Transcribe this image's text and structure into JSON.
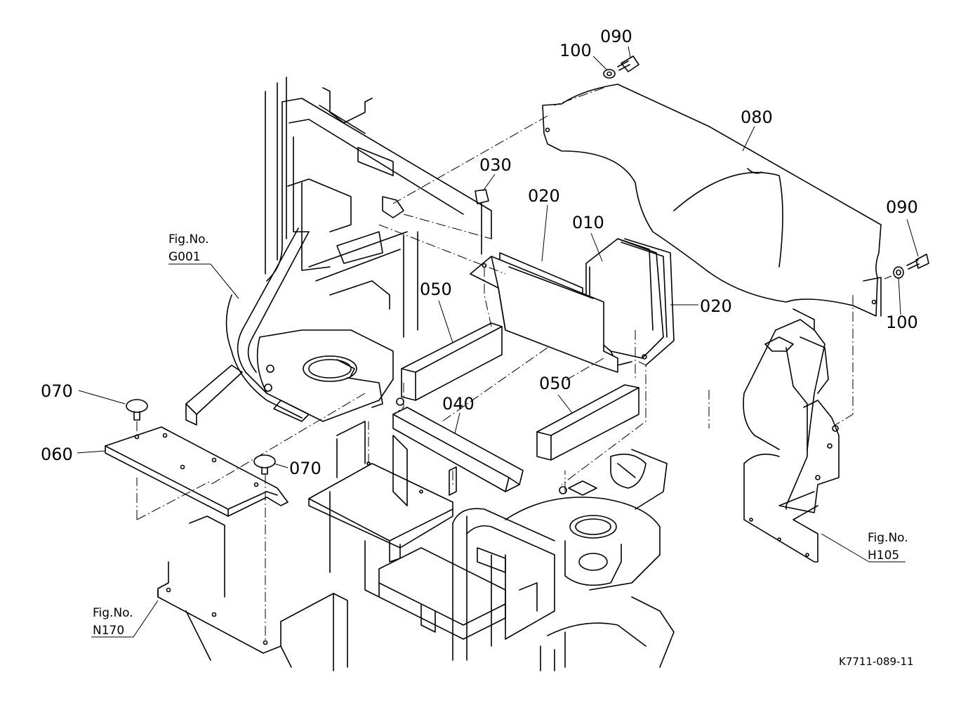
{
  "part_labels": {
    "p100_top": "100",
    "p090_top": "090",
    "p080": "080",
    "p030": "030",
    "p020_left": "020",
    "p010": "010",
    "p090_right": "090",
    "p020_right": "020",
    "p100_right": "100",
    "p050_left": "050",
    "p050_right": "050",
    "p040": "040",
    "p070_left": "070",
    "p060": "060",
    "p070_right": "070"
  },
  "figure_refs": {
    "g001": {
      "title": "Fig.No.",
      "code": "G001"
    },
    "h105": {
      "title": "Fig.No.",
      "code": "H105"
    },
    "n170": {
      "title": "Fig.No.",
      "code": "N170"
    }
  },
  "drawing_code": "K7711-089-11"
}
